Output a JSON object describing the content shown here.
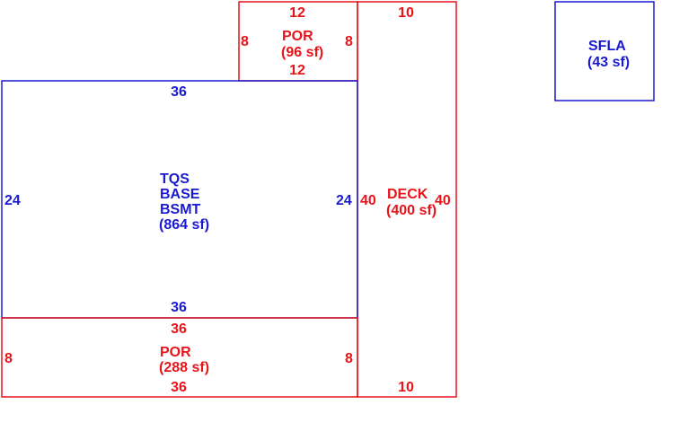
{
  "colors": {
    "red": "#e8141a",
    "blue": "#1a1ad0"
  },
  "areas": {
    "por_top": {
      "name": "POR",
      "area": "(96 sf)",
      "dim_top": "12",
      "dim_bottom": "12",
      "dim_left": "8",
      "dim_right": "8"
    },
    "deck": {
      "name": "DECK",
      "area": "(400 sf)",
      "dim_top": "10",
      "dim_bottom": "10",
      "dim_left": "40",
      "dim_right": "40"
    },
    "sfla": {
      "name": "SFLA",
      "area": "(43 sf)"
    },
    "basement": {
      "line1": "TQS",
      "line2": "BASE",
      "line3": "BSMT",
      "area": "(864 sf)",
      "dim_top": "36",
      "dim_bottom": "36",
      "dim_left": "24",
      "dim_right": "24"
    },
    "por_bottom": {
      "name": "POR",
      "area": "(288 sf)",
      "dim_top": "36",
      "dim_bottom": "36",
      "dim_left": "8",
      "dim_right": "8"
    }
  }
}
